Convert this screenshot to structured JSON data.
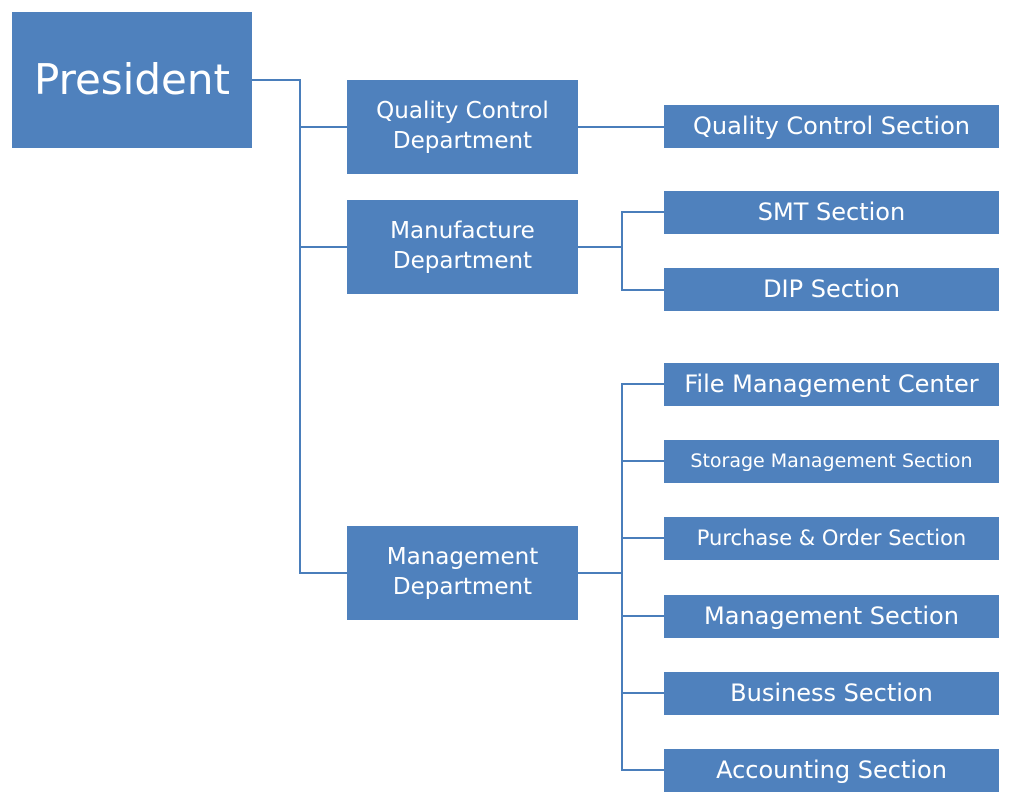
{
  "colors": {
    "box_fill": "#4f81bd",
    "connector": "#4a7ebb",
    "text": "#ffffff"
  },
  "president": {
    "label": "President"
  },
  "departments": [
    {
      "label": "Quality Control\nDepartment",
      "sections": [
        "Quality Control Section"
      ]
    },
    {
      "label": "Manufacture\nDepartment",
      "sections": [
        "SMT Section",
        "DIP Section"
      ]
    },
    {
      "label": "Management\nDepartment",
      "sections": [
        "File Management Center",
        "Storage Management Section",
        "Purchase & Order Section",
        "Management Section",
        "Business Section",
        "Accounting Section"
      ]
    }
  ]
}
